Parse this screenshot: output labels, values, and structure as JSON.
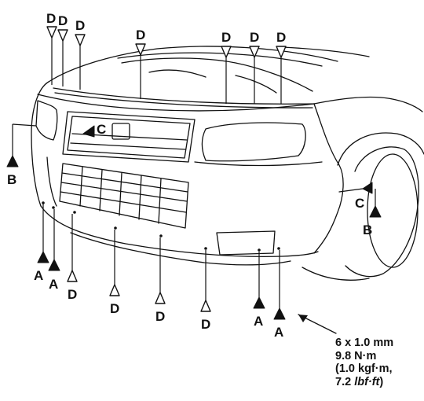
{
  "labels": {
    "a": "A",
    "b": "B",
    "c": "C",
    "d": "D"
  },
  "spec": {
    "size": "6 x 1.0 mm",
    "torque_nm": "9.8 N·m",
    "torque_kgf_open": "(1.0 kgf·m,",
    "torque_lbf_value": "7.2 ",
    "torque_lbf_unit": "lbf·ft",
    "torque_lbf_close": ")"
  }
}
